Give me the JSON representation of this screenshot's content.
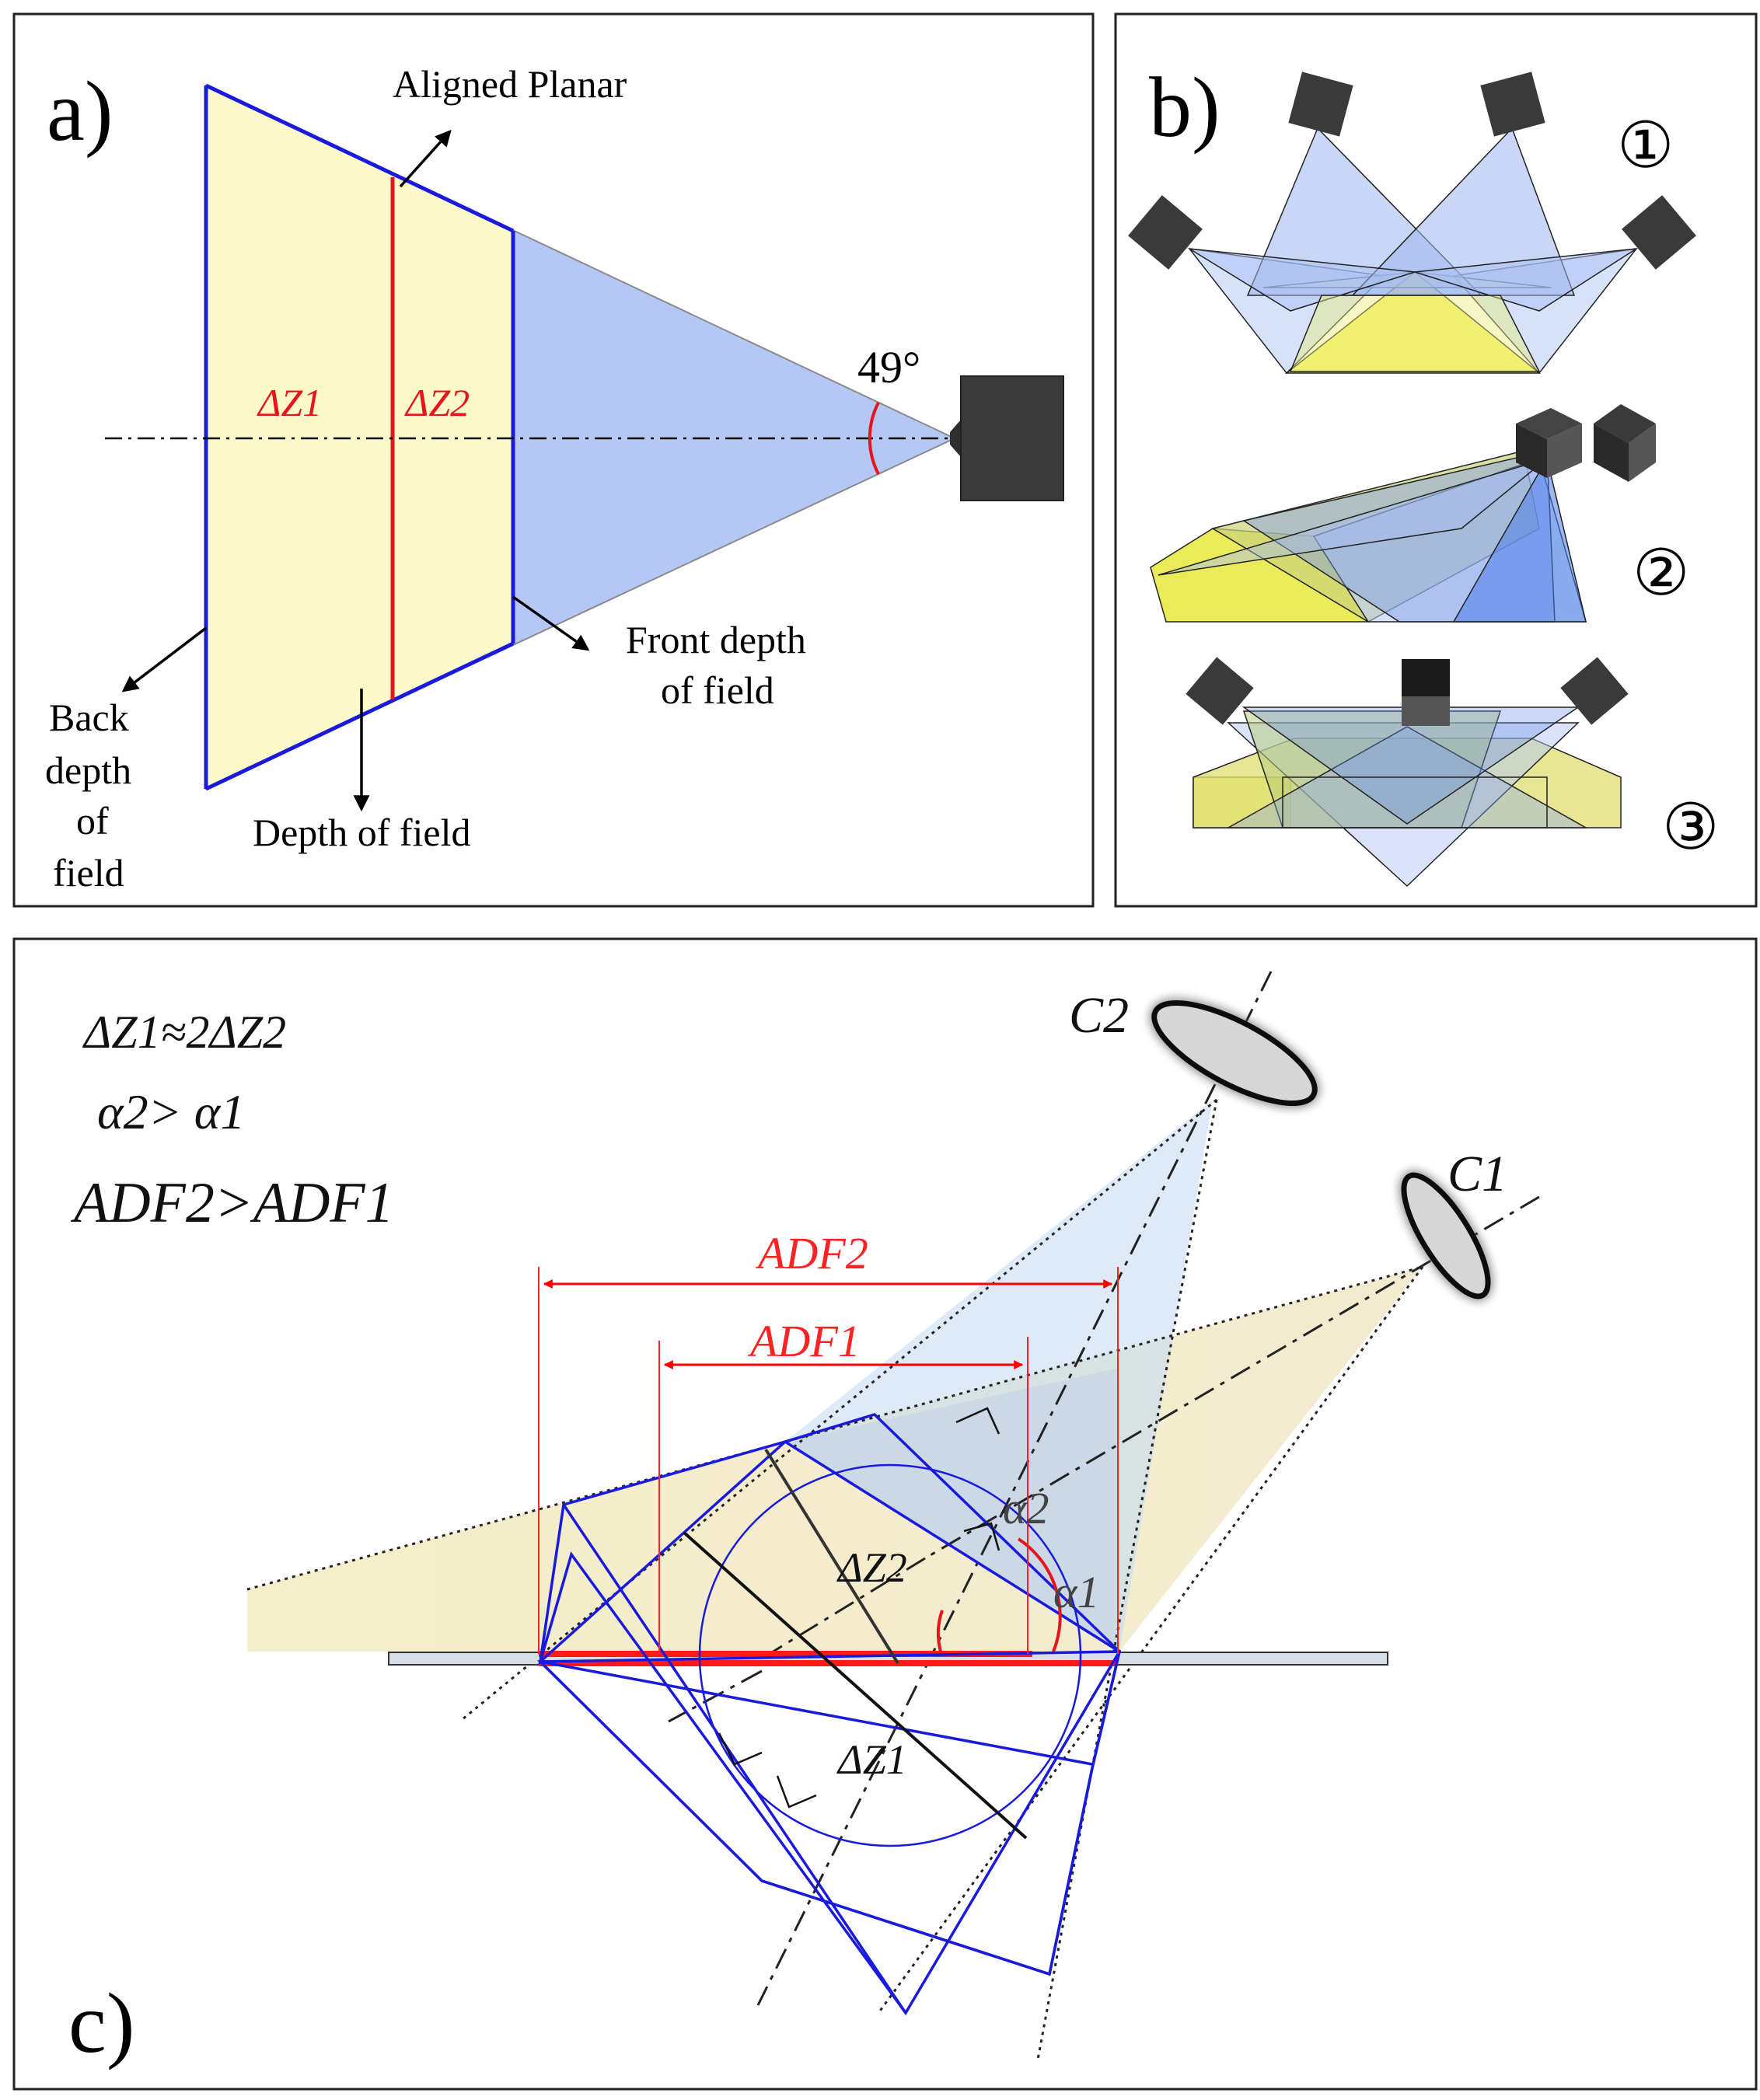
{
  "panels": {
    "a": {
      "label": "a)",
      "aligned_planar": "Aligned Planar",
      "dz1": "ΔZ1",
      "dz2": "ΔZ2",
      "angle": "49°",
      "front_depth_1": "Front depth",
      "front_depth_2": "of field",
      "back_depth_1": "Back",
      "back_depth_2": "depth",
      "back_depth_3": "of",
      "back_depth_4": "field",
      "depth_of_field": "Depth of field"
    },
    "b": {
      "label": "b)",
      "config_1": "①",
      "config_2": "②",
      "config_3": "③"
    },
    "c": {
      "label": "c)",
      "eq1": "ΔZ1≈2ΔZ2",
      "eq2": "α2> α1",
      "eq3": "ADF2>ADF1",
      "camera_2": "C2",
      "camera_1": "C1",
      "adf2": "ADF2",
      "adf1": "ADF1",
      "alpha2": "α2",
      "alpha1": "α1",
      "dz2": "ΔZ2",
      "dz1": "ΔZ1"
    }
  },
  "colors": {
    "blue_outline": "#1a1adc",
    "red": "#e8141c",
    "yellow_fill": "#fbfac8",
    "blue_fill": "#b5c8f5",
    "camera": "#3a3a3a"
  }
}
